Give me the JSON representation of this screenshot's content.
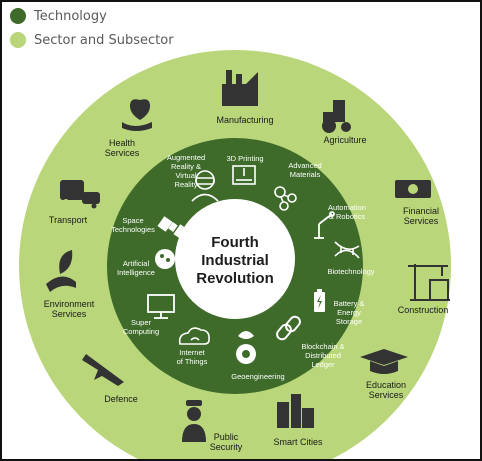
{
  "legend": {
    "technology_label": "Technology",
    "sector_label": "Sector and Subsector",
    "technology_color": "#3e6b2a",
    "sector_color": "#b9d67a"
  },
  "center": {
    "line1": "Fourth",
    "line2": "Industrial",
    "line3": "Revolution"
  },
  "colors": {
    "outer_ring": "#b9d67a",
    "inner_ring": "#3e6b2a",
    "center": "#ffffff",
    "icon_dark": "#333333",
    "icon_light": "#ffffff"
  },
  "sectors": [
    {
      "label": "Manufacturing",
      "icon": "factory-icon"
    },
    {
      "label": "Agriculture",
      "icon": "tractor-icon"
    },
    {
      "label": "Financial Services",
      "icon": "money-icon"
    },
    {
      "label": "Construction",
      "icon": "crane-icon"
    },
    {
      "label": "Education Services",
      "icon": "graduation-cap-icon"
    },
    {
      "label": "Smart Cities",
      "icon": "city-icon"
    },
    {
      "label": "Public Security",
      "icon": "police-icon"
    },
    {
      "label": "Defence",
      "icon": "jet-icon"
    },
    {
      "label": "Environment Services",
      "icon": "plant-hand-icon"
    },
    {
      "label": "Transport",
      "icon": "vehicles-icon"
    },
    {
      "label": "Health Services",
      "icon": "heart-hand-icon"
    }
  ],
  "technologies": [
    {
      "label": "3D Printing",
      "icon": "printer-3d-icon"
    },
    {
      "label": "Advanced Materials",
      "icon": "molecule-icon"
    },
    {
      "label": "Automation & Robotics",
      "icon": "robot-arm-icon"
    },
    {
      "label": "Biotechnology",
      "icon": "dna-icon"
    },
    {
      "label": "Battery & Energy Storage",
      "icon": "battery-icon"
    },
    {
      "label": "Blockchain & Distributed Ledger",
      "icon": "chain-icon"
    },
    {
      "label": "Geoengineering",
      "icon": "gear-leaf-icon"
    },
    {
      "label": "Internet of Things",
      "icon": "cloud-wifi-icon"
    },
    {
      "label": "Super Computing",
      "icon": "monitor-icon"
    },
    {
      "label": "Artificial Intelligence",
      "icon": "brain-icon"
    },
    {
      "label": "Space Technologies",
      "icon": "satellite-icon"
    },
    {
      "label": "Augmented Reality & Virtual Reality",
      "icon": "vr-headset-icon"
    }
  ]
}
